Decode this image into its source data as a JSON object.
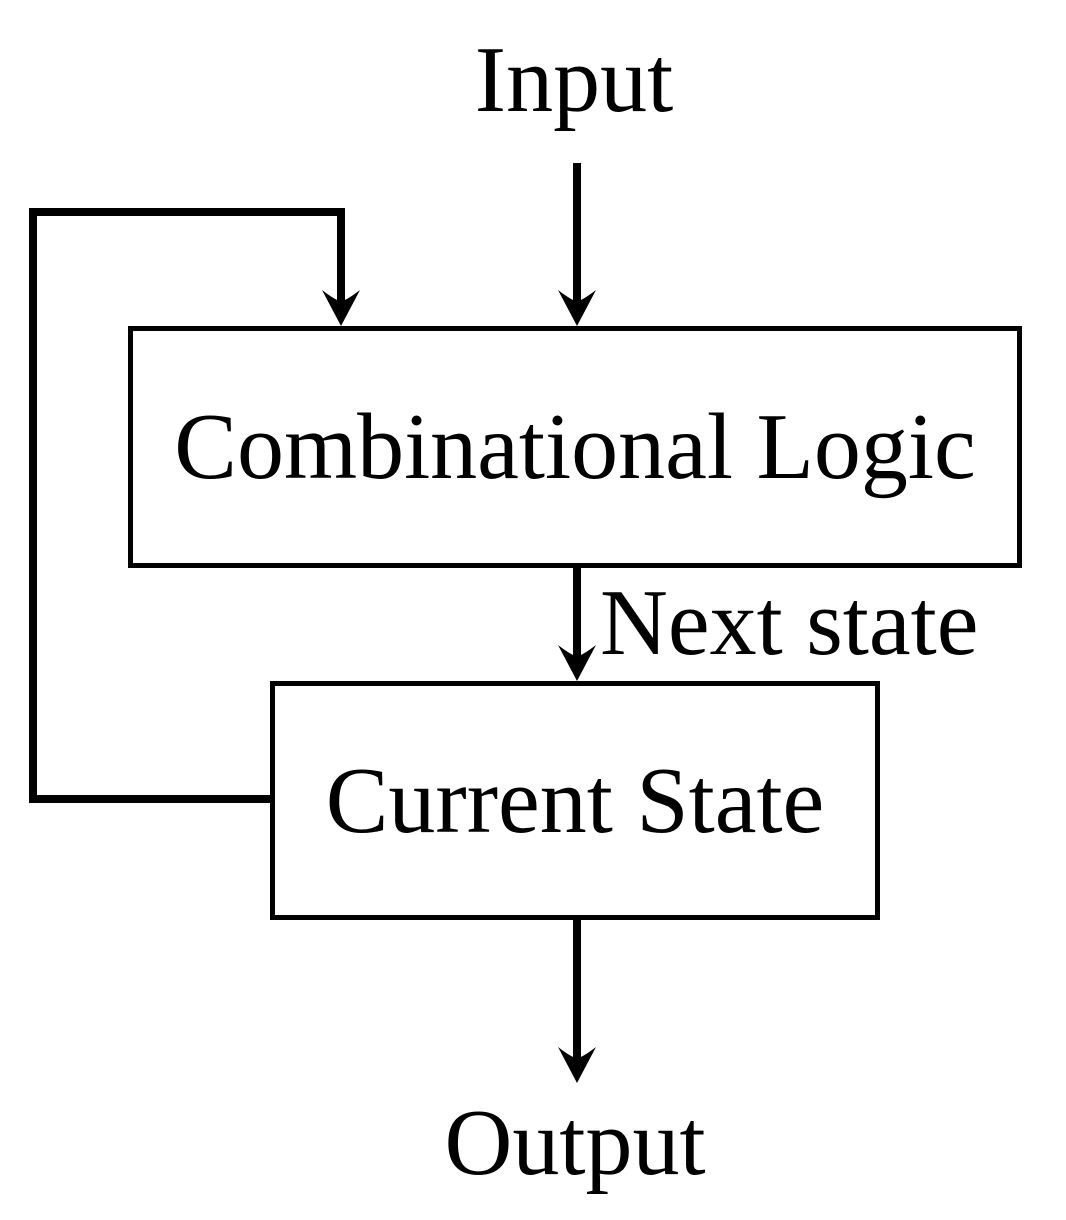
{
  "diagram": {
    "type": "block-diagram",
    "background_color": "#ffffff",
    "line_color": "#000000",
    "text_color": "#000000",
    "nodes": [
      {
        "id": "combinational-logic",
        "label": "Combinational Logic",
        "shape": "rectangle",
        "fill": "#ffffff",
        "border": "#000000"
      },
      {
        "id": "current-state",
        "label": "Current State",
        "shape": "rectangle",
        "fill": "#ffffff",
        "border": "#000000"
      }
    ],
    "labels": {
      "input": "Input",
      "next_state": "Next state",
      "output": "Output"
    },
    "edges": [
      {
        "from": "Input",
        "to": "Combinational Logic",
        "style": "arrow-down"
      },
      {
        "from": "Combinational Logic",
        "to": "Current State",
        "style": "arrow-down",
        "label": "Next state"
      },
      {
        "from": "Current State",
        "to": "Combinational Logic",
        "style": "feedback-loop-left",
        "label": ""
      },
      {
        "from": "Current State",
        "to": "Output",
        "style": "arrow-down"
      }
    ]
  }
}
